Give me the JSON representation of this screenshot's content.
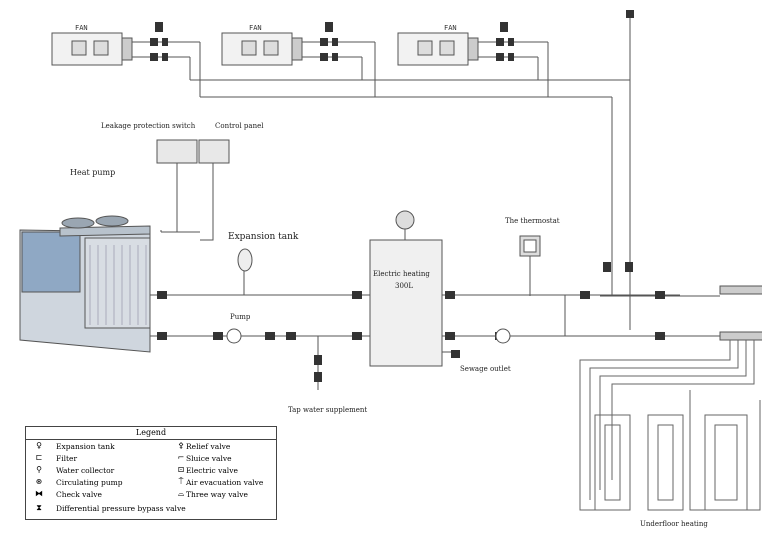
{
  "labels": {
    "fan1": "FAN",
    "fan2": "FAN",
    "fan3": "FAN",
    "leakage": "Leakage protection switch",
    "control_panel": "Control panel",
    "heat_pump": "Heat pump",
    "expansion_tank": "Expansion tank",
    "electric_heating": "Electric heating",
    "tank_volume": "300L",
    "thermostat": "The thermostat",
    "pump": "Pump",
    "sewage_outlet": "Sewage outlet",
    "tap_water": "Tap water supplement",
    "underfloor": "Underfloor heating"
  },
  "legend": {
    "title": "Legend",
    "left": [
      {
        "icon": "expansion-tank-icon",
        "glyph": "♀",
        "label": "Expansion tank"
      },
      {
        "icon": "filter-icon",
        "glyph": "⊏",
        "label": "Filter"
      },
      {
        "icon": "water-collector-icon",
        "glyph": "⚲",
        "label": "Water collector"
      },
      {
        "icon": "circulating-pump-icon",
        "glyph": "⊛",
        "label": "Circulating pump"
      },
      {
        "icon": "check-valve-icon",
        "glyph": "⧓",
        "label": "Check valve"
      }
    ],
    "right": [
      {
        "icon": "relief-valve-icon",
        "glyph": "⚴",
        "label": "Relief valve"
      },
      {
        "icon": "sluice-valve-icon",
        "glyph": "⌐",
        "label": "Sluice valve"
      },
      {
        "icon": "electric-valve-icon",
        "glyph": "⊡",
        "label": "Electric valve"
      },
      {
        "icon": "air-evacuation-valve-icon",
        "glyph": "⍑",
        "label": "Air evacuation valve"
      },
      {
        "icon": "three-way-valve-icon",
        "glyph": "⌓",
        "label": "Three way valve"
      }
    ],
    "bottom": {
      "icon": "bypass-valve-icon",
      "glyph": "⧗",
      "label": "Differential pressure bypass valve"
    }
  }
}
